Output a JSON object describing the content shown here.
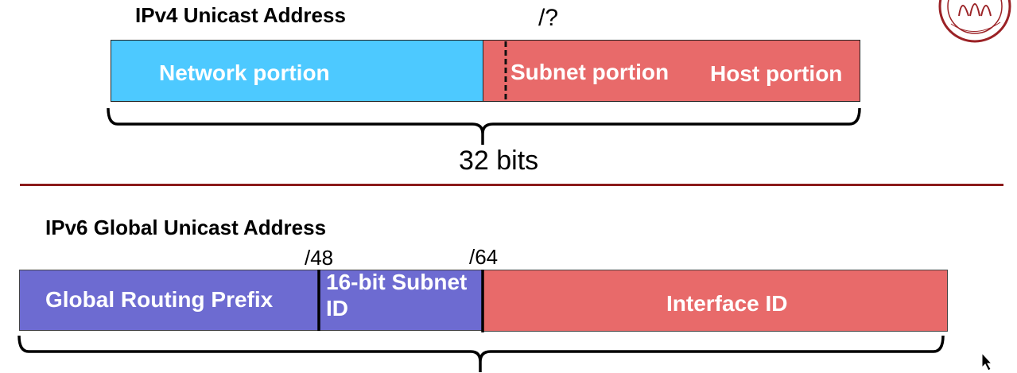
{
  "ipv4": {
    "title": "IPv4 Unicast Address",
    "mask_label": "/?",
    "network_label": "Network portion",
    "subnet_label": "Subnet portion",
    "host_label": "Host portion",
    "bits_label": "32 bits"
  },
  "ipv6": {
    "title": "IPv6 Global Unicast Address",
    "mark_48": "/48",
    "mark_64": "/64",
    "prefix_label": "Global Routing Prefix",
    "subnet_label_line1": "16-bit Subnet",
    "subnet_label_line2": "ID",
    "interface_label": "Interface ID"
  },
  "colors": {
    "network_blue": "#4dc9ff",
    "host_red": "#e86a6a",
    "prefix_purple": "#6d6bd1",
    "divider": "#8b1a1a"
  }
}
